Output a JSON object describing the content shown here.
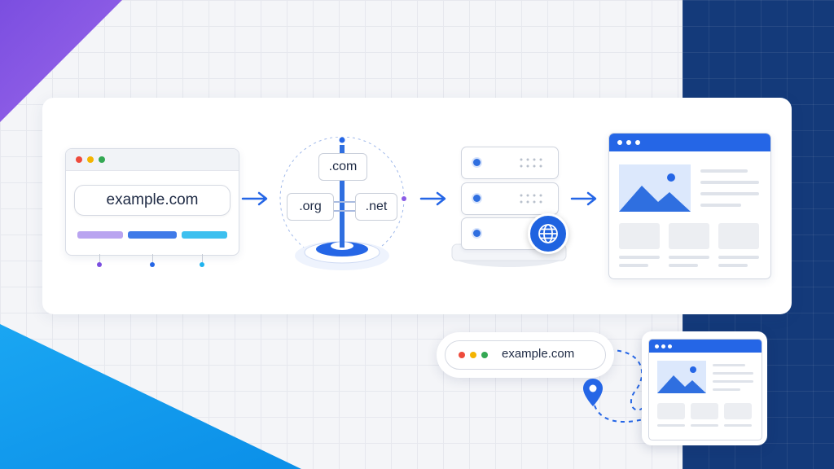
{
  "browser": {
    "address": "example.com"
  },
  "dns": {
    "top_label": ".com",
    "left_label": ".org",
    "right_label": ".net"
  },
  "bottom": {
    "address": "example.com"
  },
  "colors": {
    "accent_blue": "#2566e6",
    "navy": "#143a7a",
    "purple": "#8b5ce6",
    "cyan": "#2bb8ef",
    "dot_red": "#ee4b3c",
    "dot_yellow": "#f4b400",
    "dot_green": "#34a853"
  },
  "icons": [
    "browser-window-icon",
    "dns-signpost-icon",
    "server-rack-icon",
    "globe-icon",
    "website-icon",
    "location-pin-icon"
  ]
}
